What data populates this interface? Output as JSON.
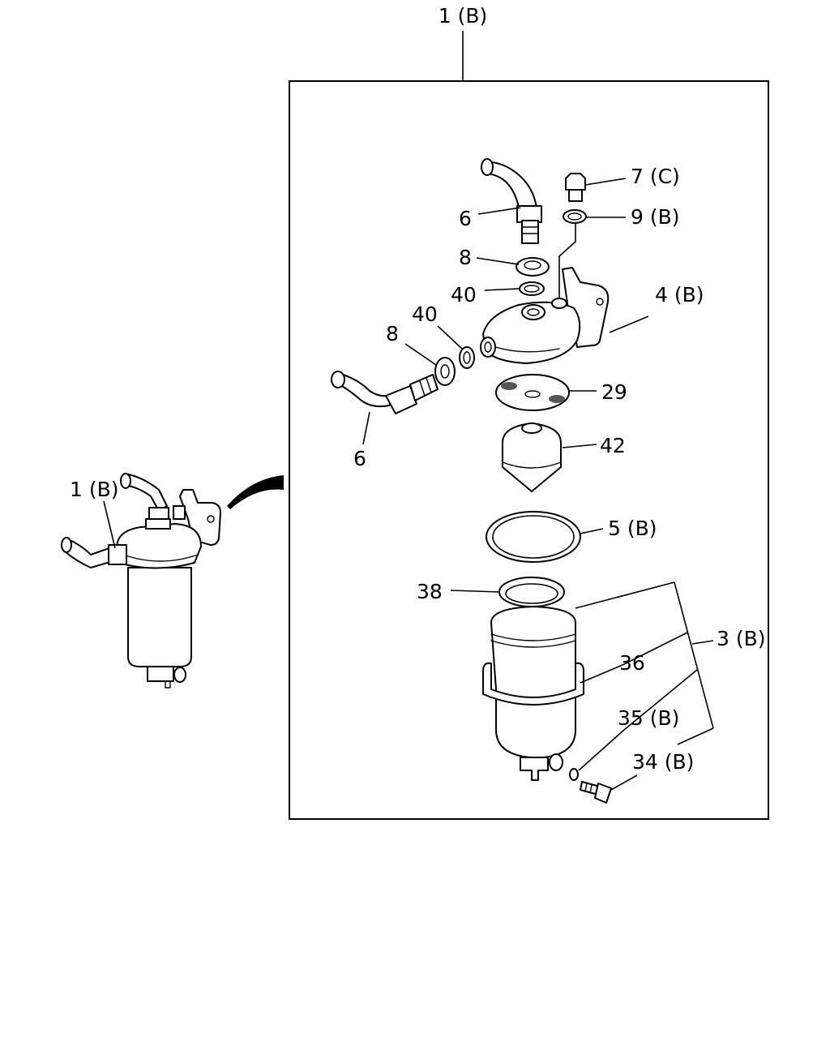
{
  "callouts": {
    "assembly_top": "1 (B)",
    "assembly_side": "1 (B)",
    "plug": "7 (C)",
    "plug_washer": "9 (B)",
    "pipe_top": "6",
    "pipe_left": "6",
    "nut_top": "8",
    "nut_left": "8",
    "oring_top": "40",
    "oring_left": "40",
    "head": "4 (B)",
    "strainer": "29",
    "cone": "42",
    "gasket": "5 (B)",
    "ring": "38",
    "element": "3 (B)",
    "bowl": "36",
    "drain_washer": "35 (B)",
    "drain_plug": "34 (B)"
  }
}
